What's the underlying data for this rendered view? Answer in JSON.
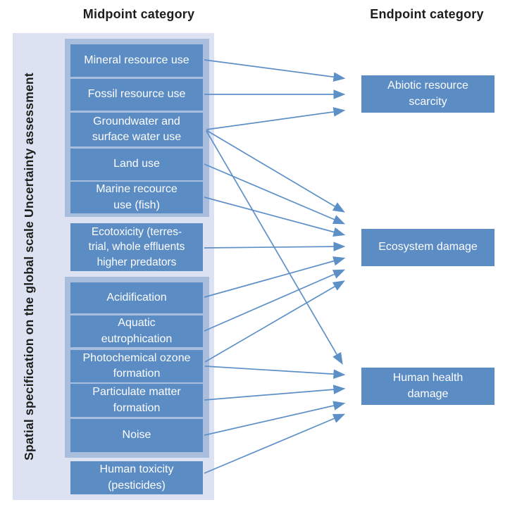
{
  "headers": {
    "midpoint": "Midpoint category",
    "endpoint": "Endpoint category"
  },
  "side_label": "Spatial specification on the global scale Uncertainty assessment",
  "colors": {
    "box": "#5b8cc4",
    "group": "#a9bddd",
    "pale": "#dce2f1",
    "arrow": "#5e90c8",
    "heading_text": "#1d1d1b",
    "box_text": "#fdfdfd",
    "background": "#ffffff"
  },
  "midpoints": [
    {
      "label": "Mineral resource use"
    },
    {
      "label": "Fossil resource use"
    },
    {
      "label": "Groundwater and\nsurface water use"
    },
    {
      "label": "Land use"
    },
    {
      "label": "Marine recource\nuse (fish)"
    },
    {
      "label": "Ecotoxicity (terres-\ntrial, whole effluents\nhigher predators"
    },
    {
      "label": "Acidification"
    },
    {
      "label": "Aquatic\neutrophication"
    },
    {
      "label": "Photochemical ozone\nformation"
    },
    {
      "label": "Particulate matter\nformation"
    },
    {
      "label": "Noise"
    },
    {
      "label": "Human toxicity\n(pesticides)"
    }
  ],
  "endpoints": [
    {
      "label": "Abiotic resource\nscarcity"
    },
    {
      "label": "Ecosystem damage"
    },
    {
      "label": "Human health\ndamage"
    }
  ],
  "connections": [
    {
      "from": "Mineral resource use",
      "to": "Abiotic resource scarcity"
    },
    {
      "from": "Fossil resource use",
      "to": "Abiotic resource scarcity"
    },
    {
      "from": "Groundwater and surface water use",
      "to": "Abiotic resource scarcity"
    },
    {
      "from": "Groundwater and surface water use",
      "to": "Ecosystem damage"
    },
    {
      "from": "Groundwater and surface water use",
      "to": "Human health damage"
    },
    {
      "from": "Land use",
      "to": "Ecosystem damage"
    },
    {
      "from": "Marine recource use (fish)",
      "to": "Ecosystem damage"
    },
    {
      "from": "Ecotoxicity (terrestrial, whole effluents higher predators",
      "to": "Ecosystem damage"
    },
    {
      "from": "Acidification",
      "to": "Ecosystem damage"
    },
    {
      "from": "Aquatic eutrophication",
      "to": "Ecosystem damage"
    },
    {
      "from": "Photochemical ozone formation",
      "to": "Ecosystem damage"
    },
    {
      "from": "Photochemical ozone formation",
      "to": "Human health damage"
    },
    {
      "from": "Particulate matter formation",
      "to": "Human health damage"
    },
    {
      "from": "Noise",
      "to": "Human health damage"
    },
    {
      "from": "Human toxicity (pesticides)",
      "to": "Human health damage"
    }
  ]
}
